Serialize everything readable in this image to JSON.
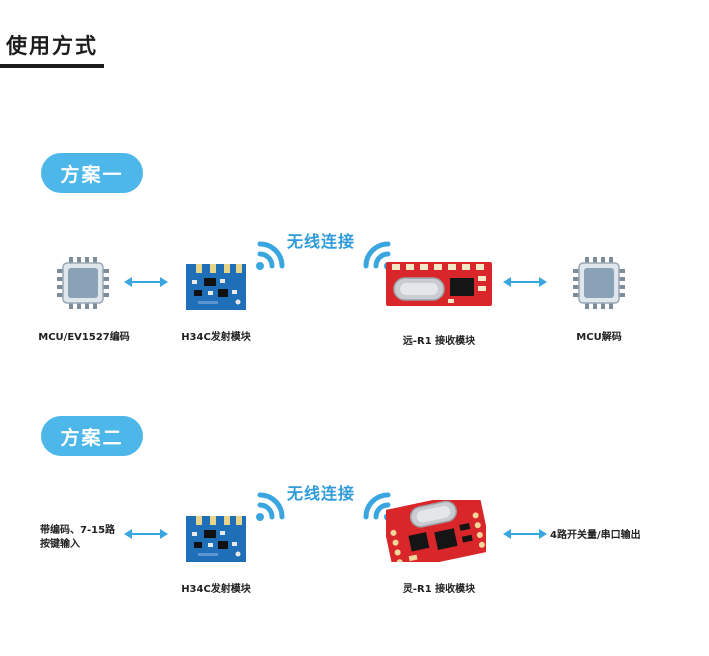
{
  "heading": "使用方式",
  "scheme1": {
    "pill": "方案一",
    "wireless": "无线连接",
    "left_caption": "MCU/EV1527编码",
    "tx_caption": "H34C发射模块",
    "rx_caption": "远-R1 接收模块",
    "right_caption": "MCU解码"
  },
  "scheme2": {
    "pill": "方案二",
    "wireless": "无线连接",
    "left_caption_line1": "带编码、7-15路",
    "left_caption_line2": "按键输入",
    "tx_caption": "H34C发射模块",
    "rx_caption": "灵-R1 接收模块",
    "right_caption": "4路开关量/串口输出"
  },
  "colors": {
    "accent_blue": "#4db7ea",
    "wireless_text": "#2f9bd8",
    "module_blue": "#1f6fb8",
    "module_red": "#d9262b",
    "chip_gray": "#8aa2b8"
  },
  "icons": {
    "chip": "chip-icon",
    "signal": "wifi-signal-icon",
    "arrow": "double-arrow-icon"
  }
}
